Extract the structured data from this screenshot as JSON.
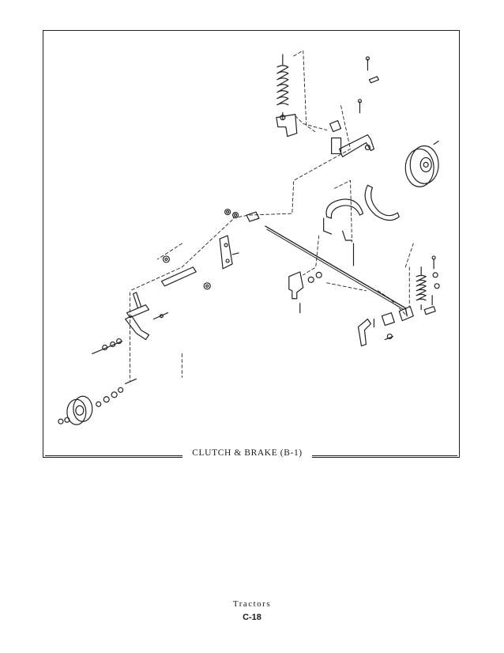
{
  "figure": {
    "caption": "CLUTCH & BRAKE (B-1)",
    "icon": "exploded-parts-diagram-icon"
  },
  "footer": {
    "section": "Tractors",
    "page_number": "C-18"
  }
}
